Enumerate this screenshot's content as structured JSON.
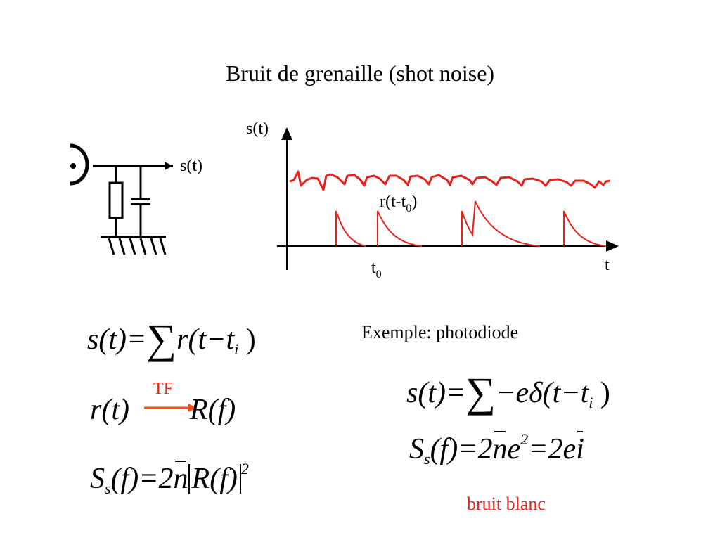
{
  "slide": {
    "title": "Bruit de grenaille (shot noise)"
  },
  "circuit": {
    "output_label": "s(t)"
  },
  "plot": {
    "y_label": "s(t)",
    "x_label": "t",
    "t0_label": "t",
    "t0_sub": "0",
    "pulse_label_prefix": "r(t-t",
    "pulse_label_sub": "0",
    "pulse_label_suffix": ")",
    "signal_color": "#e8221a"
  },
  "equations": {
    "eq1": {
      "lhs": "s(t)=",
      "sum": "∑",
      "rhs": "r(t−t",
      "sub": "i",
      "close": " )"
    },
    "tf_label": "TF",
    "eq2": {
      "lhs": "r(t)",
      "rhs": "R(f)"
    },
    "eq3": {
      "S": "S",
      "sub": "s",
      "mid": "(f)=2",
      "n": "n",
      "abs": "R(f)",
      "sup": "2"
    }
  },
  "example": {
    "heading": "Exemple: photodiode",
    "eq4": {
      "lhs": "s(t)=",
      "sum": "∑",
      "rhs": "−eδ(t−t",
      "sub": "i",
      "close": " )"
    },
    "eq5": {
      "S": "S",
      "sub": "s",
      "mid": "(f)=2",
      "n": "n",
      "e": "e",
      "sup": "2",
      "mid2": "=2e",
      "i": "i"
    },
    "note": "bruit blanc"
  }
}
